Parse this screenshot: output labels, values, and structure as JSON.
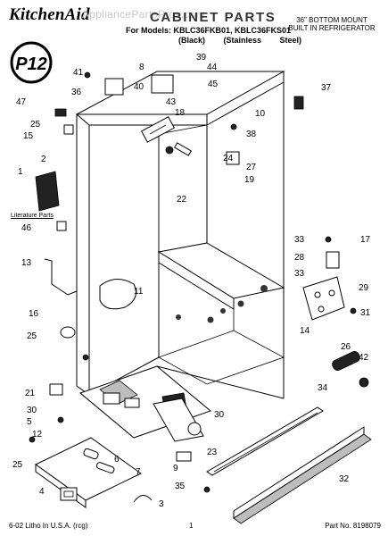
{
  "header": {
    "brand": "KitchenAid",
    "watermark": "AppliancePartsPros.com",
    "title": "CABINET PARTS",
    "models": "For Models: KBLC36FKB01, KBLC36FKS01",
    "variant_black": "(Black)",
    "variant_stainless": "(Stainless Steel)",
    "product_line1": "36\" BOTTOM MOUNT",
    "product_line2": "BUILT IN REFRIGERATOR"
  },
  "badge": {
    "text": "P12"
  },
  "labels": {
    "literature_parts": "Literature Parts"
  },
  "footer": {
    "left": "6-02 Litho In U.S.A. (rcg)",
    "page": "1",
    "part_no": "Part No. 8198079"
  },
  "callouts": {
    "c41": "41",
    "c36": "36",
    "c8": "8",
    "c40": "40",
    "c39": "39",
    "c44": "44",
    "c45": "45",
    "c37": "37",
    "c47": "47",
    "c25a": "25",
    "c15": "15",
    "c43": "43",
    "c18": "18",
    "c10": "10",
    "c38": "38",
    "c24": "24",
    "c27": "27",
    "c19": "19",
    "c2": "2",
    "c1": "1",
    "c22": "22",
    "c46": "46",
    "c33a": "33",
    "c17": "17",
    "c28": "28",
    "c13": "13",
    "c33b": "33",
    "c29": "29",
    "c11": "11",
    "c31": "31",
    "c14": "14",
    "c16": "16",
    "c25b": "25",
    "c26": "26",
    "c42": "42",
    "c34": "34",
    "c21": "21",
    "c30a": "30",
    "c30b": "30",
    "c5": "5",
    "c12": "12",
    "c23": "23",
    "c6": "6",
    "c7": "7",
    "c9": "9",
    "c25c": "25",
    "c4": "4",
    "c3": "3",
    "c35": "35",
    "c32": "32"
  }
}
